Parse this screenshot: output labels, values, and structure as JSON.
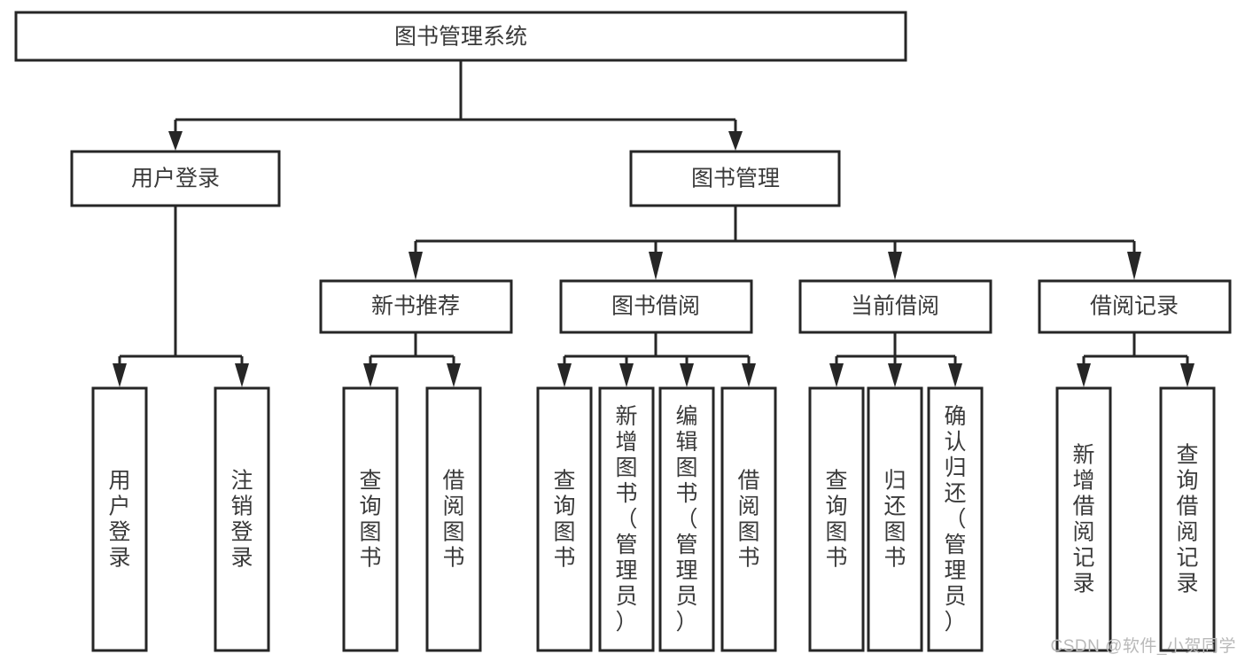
{
  "diagram": {
    "title": "图书管理系统",
    "watermark": "CSDN @软件_小贺同学",
    "colors": {
      "stroke": "#262626",
      "fill": "#ffffff",
      "text": "#3a3a3a",
      "watermark": "#b9b9b9",
      "background": "#ffffff"
    },
    "root": {
      "label": "图书管理系统"
    },
    "level2": [
      {
        "label": "用户登录"
      },
      {
        "label": "图书管理"
      }
    ],
    "level3": [
      {
        "label": "新书推荐"
      },
      {
        "label": "图书借阅"
      },
      {
        "label": "当前借阅"
      },
      {
        "label": "借阅记录"
      }
    ],
    "leaves": {
      "user_login": [
        {
          "label": "用户登录"
        },
        {
          "label": "注销登录"
        }
      ],
      "new_book_recommend": [
        {
          "label": "查询图书"
        },
        {
          "label": "借阅图书"
        }
      ],
      "book_borrow": [
        {
          "label": "查询图书"
        },
        {
          "label": "新增图书（管理员）"
        },
        {
          "label": "编辑图书（管理员）"
        },
        {
          "label": "借阅图书"
        }
      ],
      "current_borrow": [
        {
          "label": "查询图书"
        },
        {
          "label": "归还图书"
        },
        {
          "label": "确认归还（管理员）"
        }
      ],
      "borrow_record": [
        {
          "label": "新增借阅记录"
        },
        {
          "label": "查询借阅记录"
        }
      ]
    }
  }
}
